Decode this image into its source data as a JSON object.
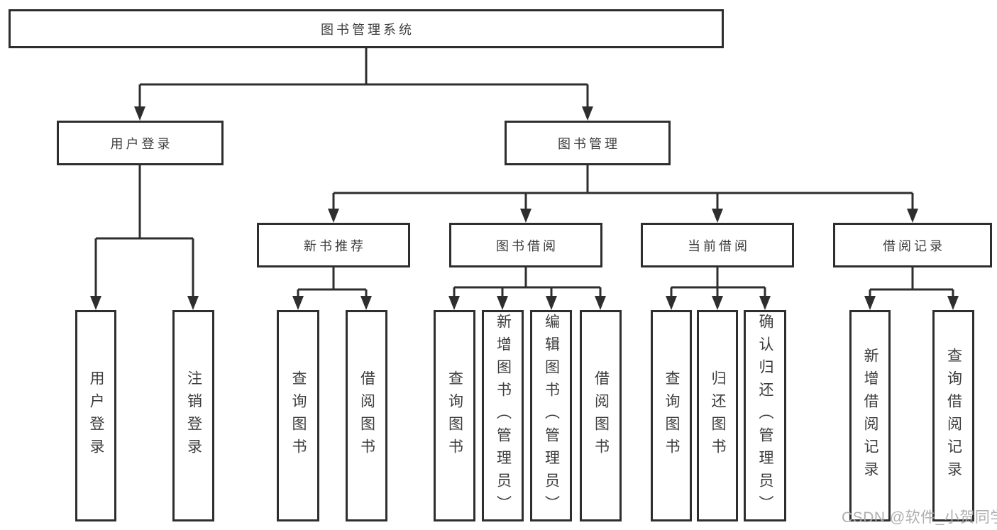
{
  "diagram": {
    "tree": {
      "root": {
        "label": "图书管理系统",
        "children": [
          {
            "label": "用户登录",
            "children": [
              {
                "label": "用户登录"
              },
              {
                "label": "注销登录"
              }
            ]
          },
          {
            "label": "图书管理",
            "children": [
              {
                "label": "新书推荐",
                "children": [
                  {
                    "label": "查询图书"
                  },
                  {
                    "label": "借阅图书"
                  }
                ]
              },
              {
                "label": "图书借阅",
                "children": [
                  {
                    "label": "查询图书"
                  },
                  {
                    "label": "新增图书（管理员）"
                  },
                  {
                    "label": "编辑图书（管理员）"
                  },
                  {
                    "label": "借阅图书"
                  }
                ]
              },
              {
                "label": "当前借阅",
                "children": [
                  {
                    "label": "查询图书"
                  },
                  {
                    "label": "归还图书"
                  },
                  {
                    "label": "确认归还（管理员）"
                  }
                ]
              },
              {
                "label": "借阅记录",
                "children": [
                  {
                    "label": "新增借阅记录"
                  },
                  {
                    "label": "查询借阅记录"
                  }
                ]
              }
            ]
          }
        ]
      }
    },
    "colors": {
      "line": "#2e2e2e",
      "text": "#3d3d3d",
      "background": "#ffffff",
      "watermark": "#ababab"
    }
  },
  "watermark": {
    "text": "CSDN @软件_小贺同学"
  }
}
